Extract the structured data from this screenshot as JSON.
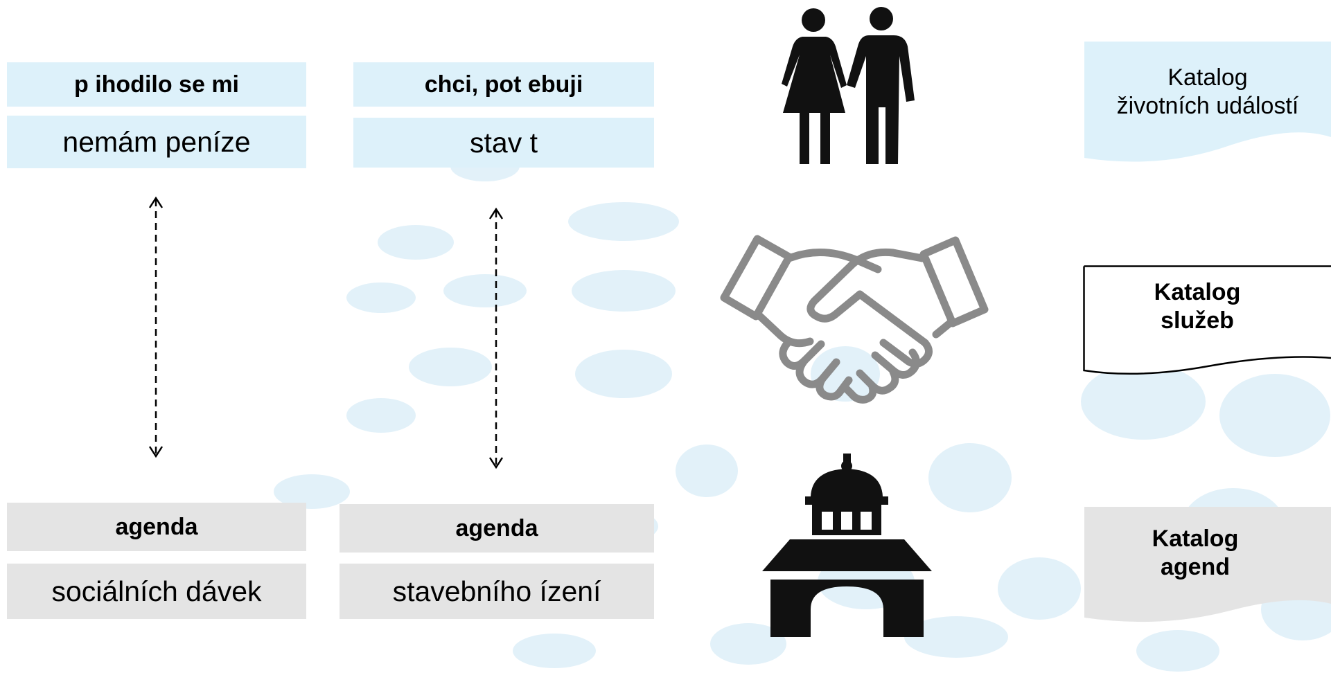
{
  "columns": [
    {
      "top": {
        "heading": "p ihodilo se mi",
        "value": "nemám peníze"
      },
      "bottom": {
        "heading": "agenda",
        "value": "sociálních dávek"
      }
    },
    {
      "top": {
        "heading": "chci, pot ebuji",
        "value": "stav t"
      },
      "bottom": {
        "heading": "agenda",
        "value": "stavebního ízení"
      }
    }
  ],
  "icons": {
    "people": "man-woman-holding-hands-icon",
    "handshake": "handshake-icon",
    "office": "government-building-icon"
  },
  "catalogs": {
    "life_events": {
      "line1": "Katalog",
      "line2": "životních událostí"
    },
    "services": {
      "line1": "Katalog",
      "line2": "služeb"
    },
    "agendas": {
      "line1": "Katalog",
      "line2": "agend"
    }
  },
  "colors": {
    "life_events_fill": "#ddf1fa",
    "agenda_fill": "#e4e4e4",
    "icon_black": "#111111",
    "handshake_gray": "#8a8a8a",
    "background_dots": "#d4ebf7"
  }
}
